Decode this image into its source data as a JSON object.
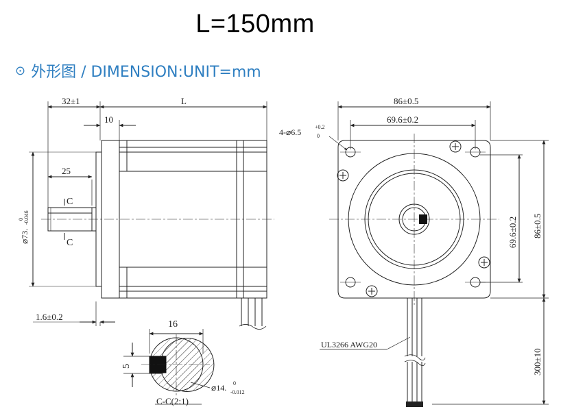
{
  "title": "L=150mm",
  "subtitle": {
    "icon": "circled-dot-icon",
    "text": "外形图 / DIMENSION:UNIT=mm"
  },
  "side_view": {
    "dim_shaft_len": "32±1",
    "dim_body_len": "L",
    "dim_pilot_len": "10",
    "dim_flat_len": "25",
    "section_mark_top": "C",
    "section_mark_bottom": "C",
    "dim_pilot_dia": "⌀73.",
    "dim_pilot_dia_tol_up": "0",
    "dim_pilot_dia_tol_low": "-0.046",
    "dim_flange_thk": "1.6±0.2"
  },
  "front_view": {
    "dim_width": "86±0.5",
    "dim_hole_spacing": "69.6±0.2",
    "dim_holes": "4-⌀6.5",
    "dim_holes_tol_up": "+0.2",
    "dim_holes_tol_low": "0",
    "dim_hole_spacing_v": "69.6±0.2",
    "dim_height": "86±0.5",
    "cable_label": "UL3266  AWG20",
    "dim_cable_len": "300±10"
  },
  "section_view": {
    "dim_width": "16",
    "dim_key": "5",
    "dim_shaft_dia": "⌀14.",
    "dim_shaft_dia_tol_up": "0",
    "dim_shaft_dia_tol_low": "-0.012",
    "label": "C-C(2:1)"
  }
}
